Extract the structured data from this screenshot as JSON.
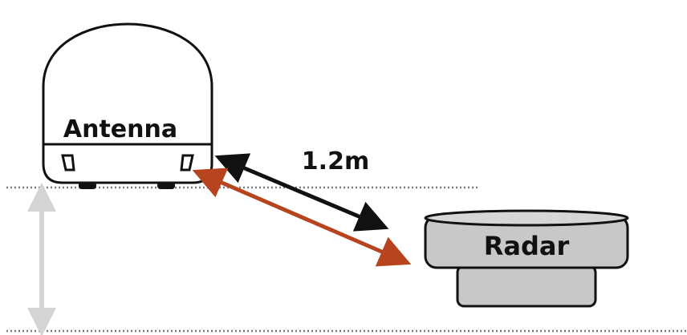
{
  "labels": {
    "antenna": "Antenna",
    "radar": "Radar",
    "distance": "1.2m"
  },
  "colors": {
    "outline": "#111111",
    "radar_fill": "#c8c8c8",
    "distance_arrow": "#111111",
    "diagonal_arrow": "#b5441f",
    "height_arrow": "#d4d4d4",
    "dotted_line": "#7a7a7a"
  }
}
